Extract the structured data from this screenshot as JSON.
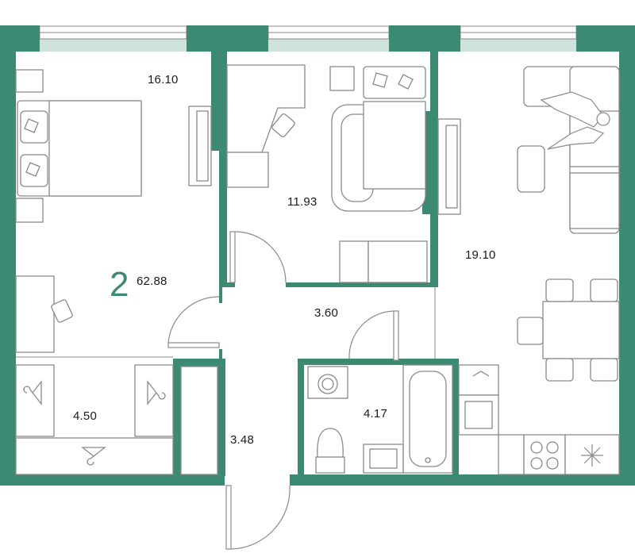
{
  "colors": {
    "wall": "#3d8a74",
    "furniture": "#8a8a8a",
    "window": "#c9d6d1",
    "background": "#ffffff"
  },
  "apartment": {
    "rooms_count": "2",
    "total_area": "62.88"
  },
  "rooms": [
    {
      "name": "bedroom",
      "area": "16.10"
    },
    {
      "name": "study",
      "area": "11.93"
    },
    {
      "name": "living-kitchen",
      "area": "19.10"
    },
    {
      "name": "hallway",
      "area": "3.60"
    },
    {
      "name": "wardrobe-left",
      "area": "4.50"
    },
    {
      "name": "wardrobe-entry",
      "area": "3.48"
    },
    {
      "name": "bathroom",
      "area": "4.17"
    }
  ],
  "icons": [
    "bed-icon",
    "desk-icon",
    "chair-icon",
    "armchair-icon",
    "sofa-icon",
    "person-icon",
    "dining-table-icon",
    "sink-icon",
    "stove-icon",
    "fridge-icon",
    "washing-machine-icon",
    "toilet-icon",
    "bathtub-icon",
    "hanger-icon",
    "door-icon",
    "window-icon",
    "tv-icon"
  ]
}
